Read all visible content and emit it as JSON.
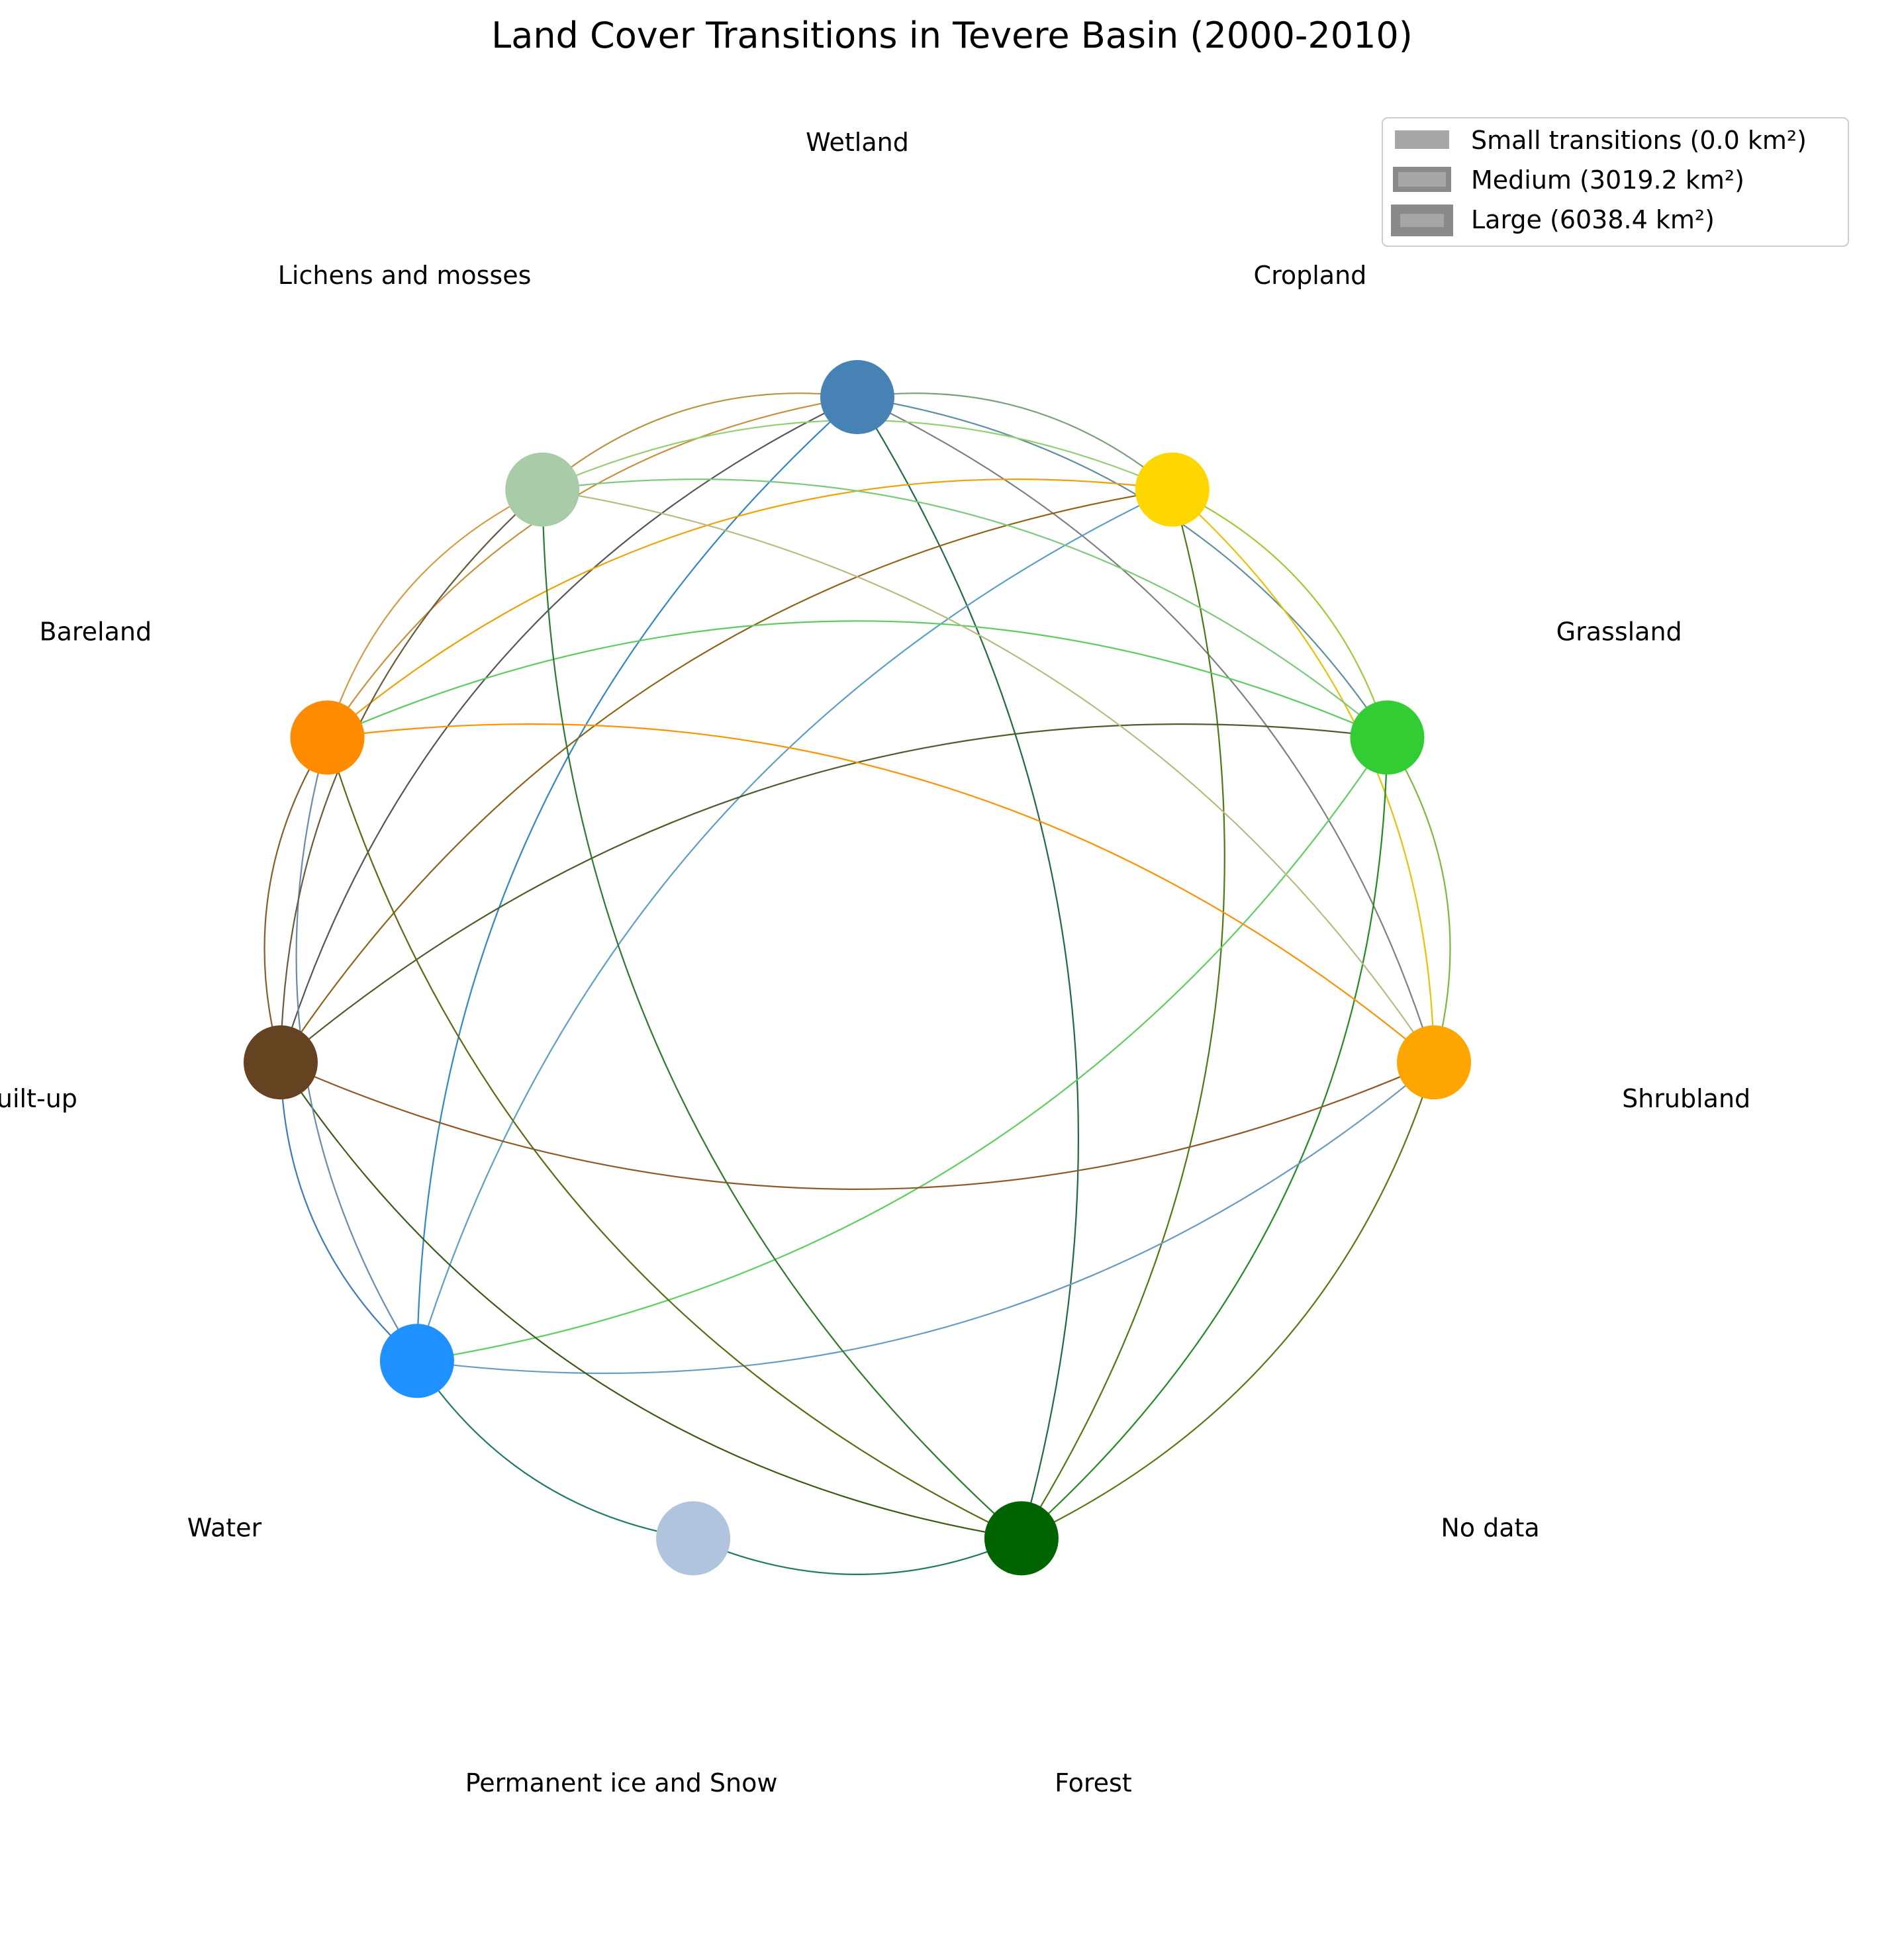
{
  "title": "Land Cover Transitions in Tevere Basin (2000-2010)",
  "legend": {
    "entries": [
      {
        "label": "Small transitions (0.0 km²)"
      },
      {
        "label": "Medium (3019.2 km²)"
      },
      {
        "label": "Large (6038.4 km²)"
      }
    ]
  },
  "nodes": [
    {
      "id": "wetland",
      "label": "Wetland",
      "color": "#4682B4"
    },
    {
      "id": "cropland",
      "label": "Cropland",
      "color": "#FFD700"
    },
    {
      "id": "grassland",
      "label": "Grassland",
      "color": "#32CD32"
    },
    {
      "id": "shrubland",
      "label": "Shrubland",
      "color": "#FFA500"
    },
    {
      "id": "nodata",
      "label": "No data",
      "color": null
    },
    {
      "id": "forest",
      "label": "Forest",
      "color": "#006400"
    },
    {
      "id": "ice",
      "label": "Permanent ice and Snow",
      "color": "#B0C4DE"
    },
    {
      "id": "water",
      "label": "Water",
      "color": "#1E90FF"
    },
    {
      "id": "builtup",
      "label": "Built-up",
      "color": "#654321"
    },
    {
      "id": "bareland",
      "label": "Bareland",
      "color": "#FF8C00"
    },
    {
      "id": "lichens",
      "label": "Lichens and mosses",
      "color": "#A8CCA8"
    }
  ],
  "edges": [
    {
      "from": "wetland",
      "to": "cropland",
      "color": "#7BA07D"
    },
    {
      "from": "wetland",
      "to": "grassland",
      "color": "#5F8FA0"
    },
    {
      "from": "wetland",
      "to": "shrubland",
      "color": "#7F7F7F"
    },
    {
      "from": "wetland",
      "to": "forest",
      "color": "#1E6B3C"
    },
    {
      "from": "wetland",
      "to": "water",
      "color": "#2E86D0"
    },
    {
      "from": "wetland",
      "to": "builtup",
      "color": "#555555"
    },
    {
      "from": "wetland",
      "to": "bareland",
      "color": "#C8903A"
    },
    {
      "from": "wetland",
      "to": "lichens",
      "color": "#B8923C"
    },
    {
      "from": "cropland",
      "to": "grassland",
      "color": "#9ACD32"
    },
    {
      "from": "cropland",
      "to": "shrubland",
      "color": "#E6C200"
    },
    {
      "from": "cropland",
      "to": "forest",
      "color": "#4A7A10"
    },
    {
      "from": "cropland",
      "to": "water",
      "color": "#5A9FC8"
    },
    {
      "from": "cropland",
      "to": "builtup",
      "color": "#8C6414"
    },
    {
      "from": "cropland",
      "to": "bareland",
      "color": "#F0A000"
    },
    {
      "from": "cropland",
      "to": "lichens",
      "color": "#90D070"
    },
    {
      "from": "grassland",
      "to": "shrubland",
      "color": "#7DB83A"
    },
    {
      "from": "grassland",
      "to": "forest",
      "color": "#1E8C1E"
    },
    {
      "from": "grassland",
      "to": "water",
      "color": "#5CD05C"
    },
    {
      "from": "grassland",
      "to": "builtup",
      "color": "#4A5E2A"
    },
    {
      "from": "grassland",
      "to": "bareland",
      "color": "#5CCB5C"
    },
    {
      "from": "grassland",
      "to": "lichens",
      "color": "#7CC87C"
    },
    {
      "from": "shrubland",
      "to": "forest",
      "color": "#557A10"
    },
    {
      "from": "shrubland",
      "to": "water",
      "color": "#6A9AC0"
    },
    {
      "from": "shrubland",
      "to": "builtup",
      "color": "#8C5A28"
    },
    {
      "from": "shrubland",
      "to": "bareland",
      "color": "#FF9000"
    },
    {
      "from": "shrubland",
      "to": "lichens",
      "color": "#B8BA80"
    },
    {
      "from": "forest",
      "to": "ice",
      "color": "#1E7A5A"
    },
    {
      "from": "forest",
      "to": "builtup",
      "color": "#3A5A14"
    },
    {
      "from": "forest",
      "to": "bareland",
      "color": "#5A6A10"
    },
    {
      "from": "forest",
      "to": "lichens",
      "color": "#2A7A2A"
    },
    {
      "from": "water",
      "to": "ice",
      "color": "#1E7A6A"
    },
    {
      "from": "water",
      "to": "builtup",
      "color": "#3A7AC0"
    },
    {
      "from": "water",
      "to": "bareland",
      "color": "#6A8AB0"
    },
    {
      "from": "builtup",
      "to": "bareland",
      "color": "#8C5A28"
    },
    {
      "from": "builtup",
      "to": "lichens",
      "color": "#6A5A3A"
    },
    {
      "from": "bareland",
      "to": "lichens",
      "color": "#D89A40"
    }
  ]
}
